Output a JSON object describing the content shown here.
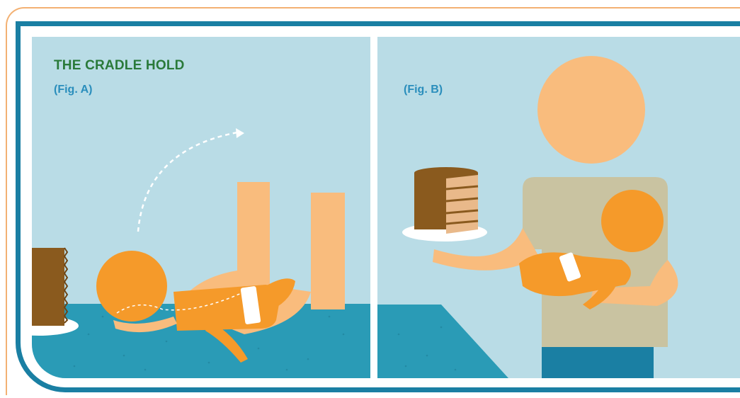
{
  "figure_a": {
    "title": "THE CRADLE HOLD",
    "label": "(Fig. A)"
  },
  "figure_b": {
    "label": "(Fig. B)"
  },
  "colors": {
    "background_panel": "#b9dce6",
    "frame": "#1a7fa3",
    "table": "#2a9bb6",
    "skin": "#f9bc7d",
    "baby": "#f59a2a",
    "cake": "#8a5a1e",
    "shirt": "#c9c3a1",
    "title_green": "#2a7a3a",
    "label_blue": "#2a8ebc"
  }
}
